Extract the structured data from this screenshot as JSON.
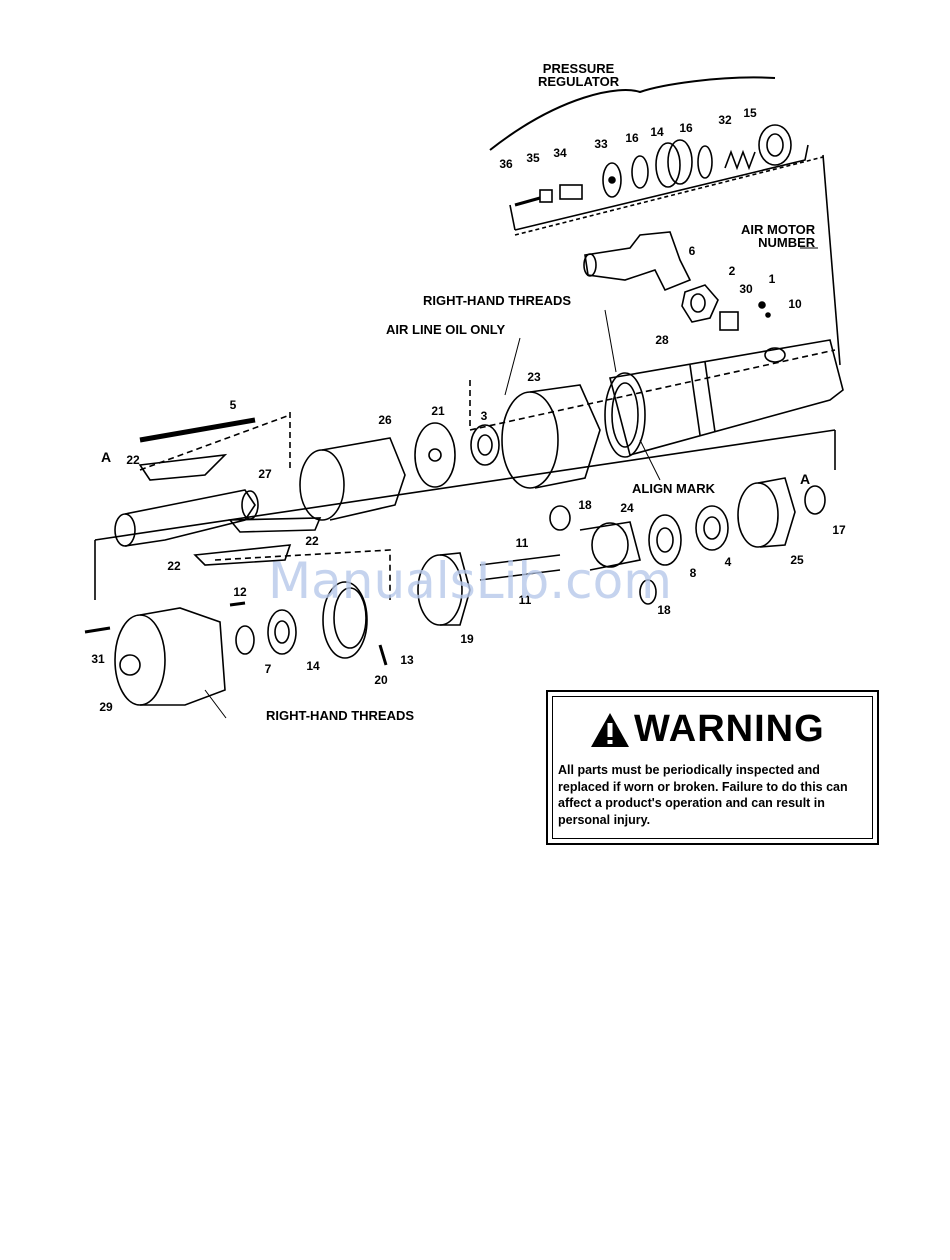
{
  "labels": {
    "pressure_regulator": "PRESSURE\nREGULATOR",
    "air_motor_number": "AIR MOTOR\nNUMBER",
    "right_hand_threads_top": "RIGHT-HAND THREADS",
    "air_line_oil_only": "AIR LINE OIL ONLY",
    "align_mark": "ALIGN MARK",
    "right_hand_threads_bottom": "RIGHT-HAND THREADS",
    "ref_a_left": "A",
    "ref_a_right": "A"
  },
  "part_numbers": {
    "p36": "36",
    "p35": "35",
    "p34": "34",
    "p33": "33",
    "p16a": "16",
    "p14a": "14",
    "p16b": "16",
    "p32": "32",
    "p15": "15",
    "p6": "6",
    "p2": "2",
    "p1": "1",
    "p30": "30",
    "p10": "10",
    "p28": "28",
    "p23": "23",
    "p3": "3",
    "p21": "21",
    "p26": "26",
    "p5": "5",
    "p22a": "22",
    "p27": "27",
    "p22b": "22",
    "p22c": "22",
    "p18a": "18",
    "p24": "24",
    "p11a": "11",
    "p11b": "11",
    "p8": "8",
    "p4": "4",
    "p25": "25",
    "p17": "17",
    "p18b": "18",
    "p12": "12",
    "p31": "31",
    "p7": "7",
    "p14b": "14",
    "p13": "13",
    "p20": "20",
    "p19": "19",
    "p29": "29"
  },
  "warning": {
    "heading": "WARNING",
    "text": "All parts must be periodically inspected and replaced if worn or broken. Failure to do this can affect a product's operation and can result in personal injury."
  },
  "watermark": "ManualsLib.com"
}
